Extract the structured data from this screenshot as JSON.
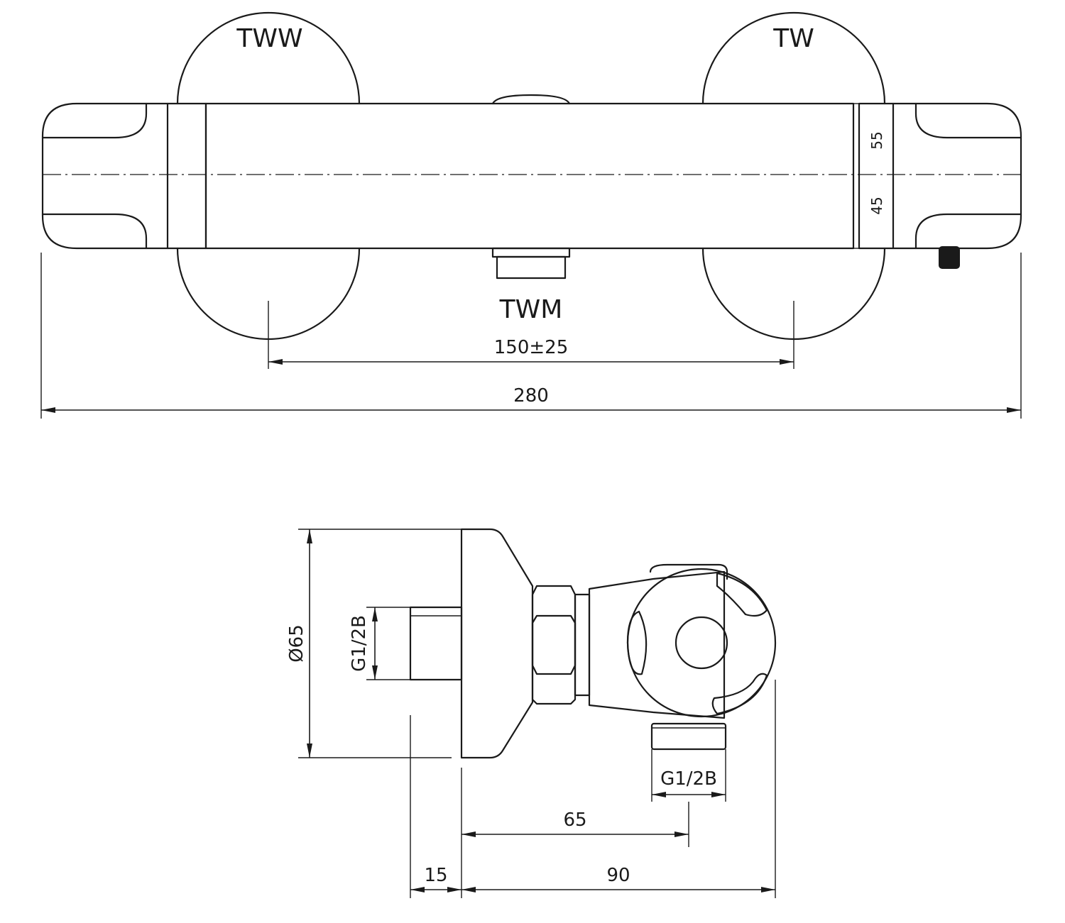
{
  "labels": {
    "hot_inlet": "TWW",
    "cold_inlet": "TW",
    "mixed_outlet": "TWM",
    "scale_55": "55",
    "scale_45": "45"
  },
  "dimensions": {
    "inlet_spacing": "150±25",
    "overall_length": "280",
    "rosette_diameter": "Ø65",
    "inlet_thread": "G1/2B",
    "outlet_thread": "G1/2B",
    "outlet_offset": "65",
    "wall_projection": "15",
    "body_depth": "90"
  }
}
